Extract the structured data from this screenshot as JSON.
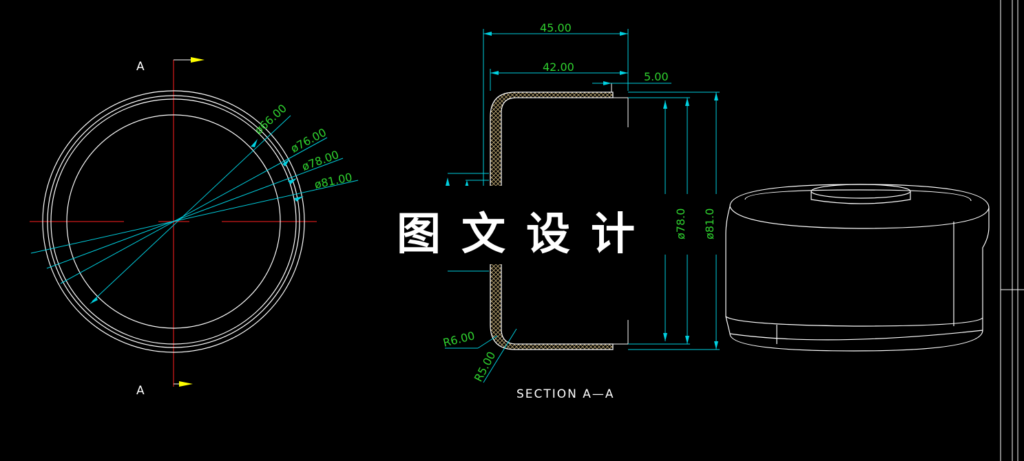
{
  "drawing": {
    "section_marker": "A",
    "section_title": "SECTION  A—A",
    "watermark": "图文设计",
    "colors": {
      "background": "#000000",
      "outline": "#ffffff",
      "centerline": "#ff2020",
      "dimension_line": "#00d0e0",
      "dimension_text": "#2fd12f",
      "section_arrow": "#ffff00"
    },
    "front_view_diameters": [
      "ø66.00",
      "ø76.00",
      "ø78.00",
      "ø81.00"
    ],
    "section_dimensions": {
      "outer_length": "45.00",
      "inner_length": "42.00",
      "lip": "5.00",
      "inner_diameter": "ø78.0",
      "outer_diameter": "ø81.0",
      "outer_radius": "R6.00",
      "inner_radius": "R5.00"
    }
  }
}
